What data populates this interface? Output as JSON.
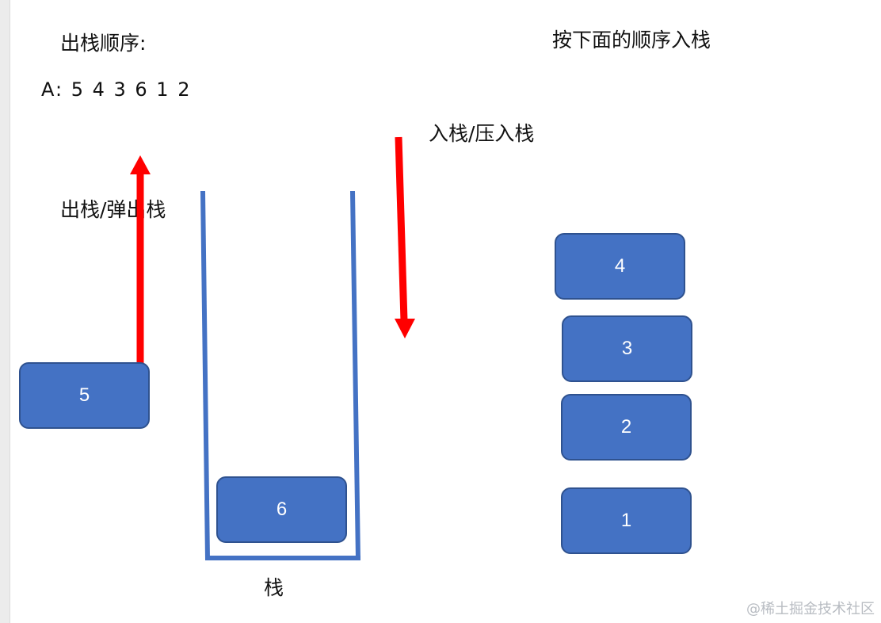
{
  "labels": {
    "pop_order_title": "出栈顺序:",
    "sequence_a": "A:  5 4 3 6 1 2",
    "push_order_title": "按下面的顺序入栈",
    "push_label": "入栈/压入栈",
    "pop_label": "出栈/弹出栈",
    "stack_label": "栈"
  },
  "boxes": {
    "popped": "5",
    "in_stack": "6",
    "queue": [
      "4",
      "3",
      "2",
      "1"
    ]
  },
  "colors": {
    "box_fill": "#4472c4",
    "box_border": "#2f528f",
    "stack_outline": "#4472c4",
    "arrow": "#ff0000"
  },
  "watermark": "@稀土掘金技术社区"
}
